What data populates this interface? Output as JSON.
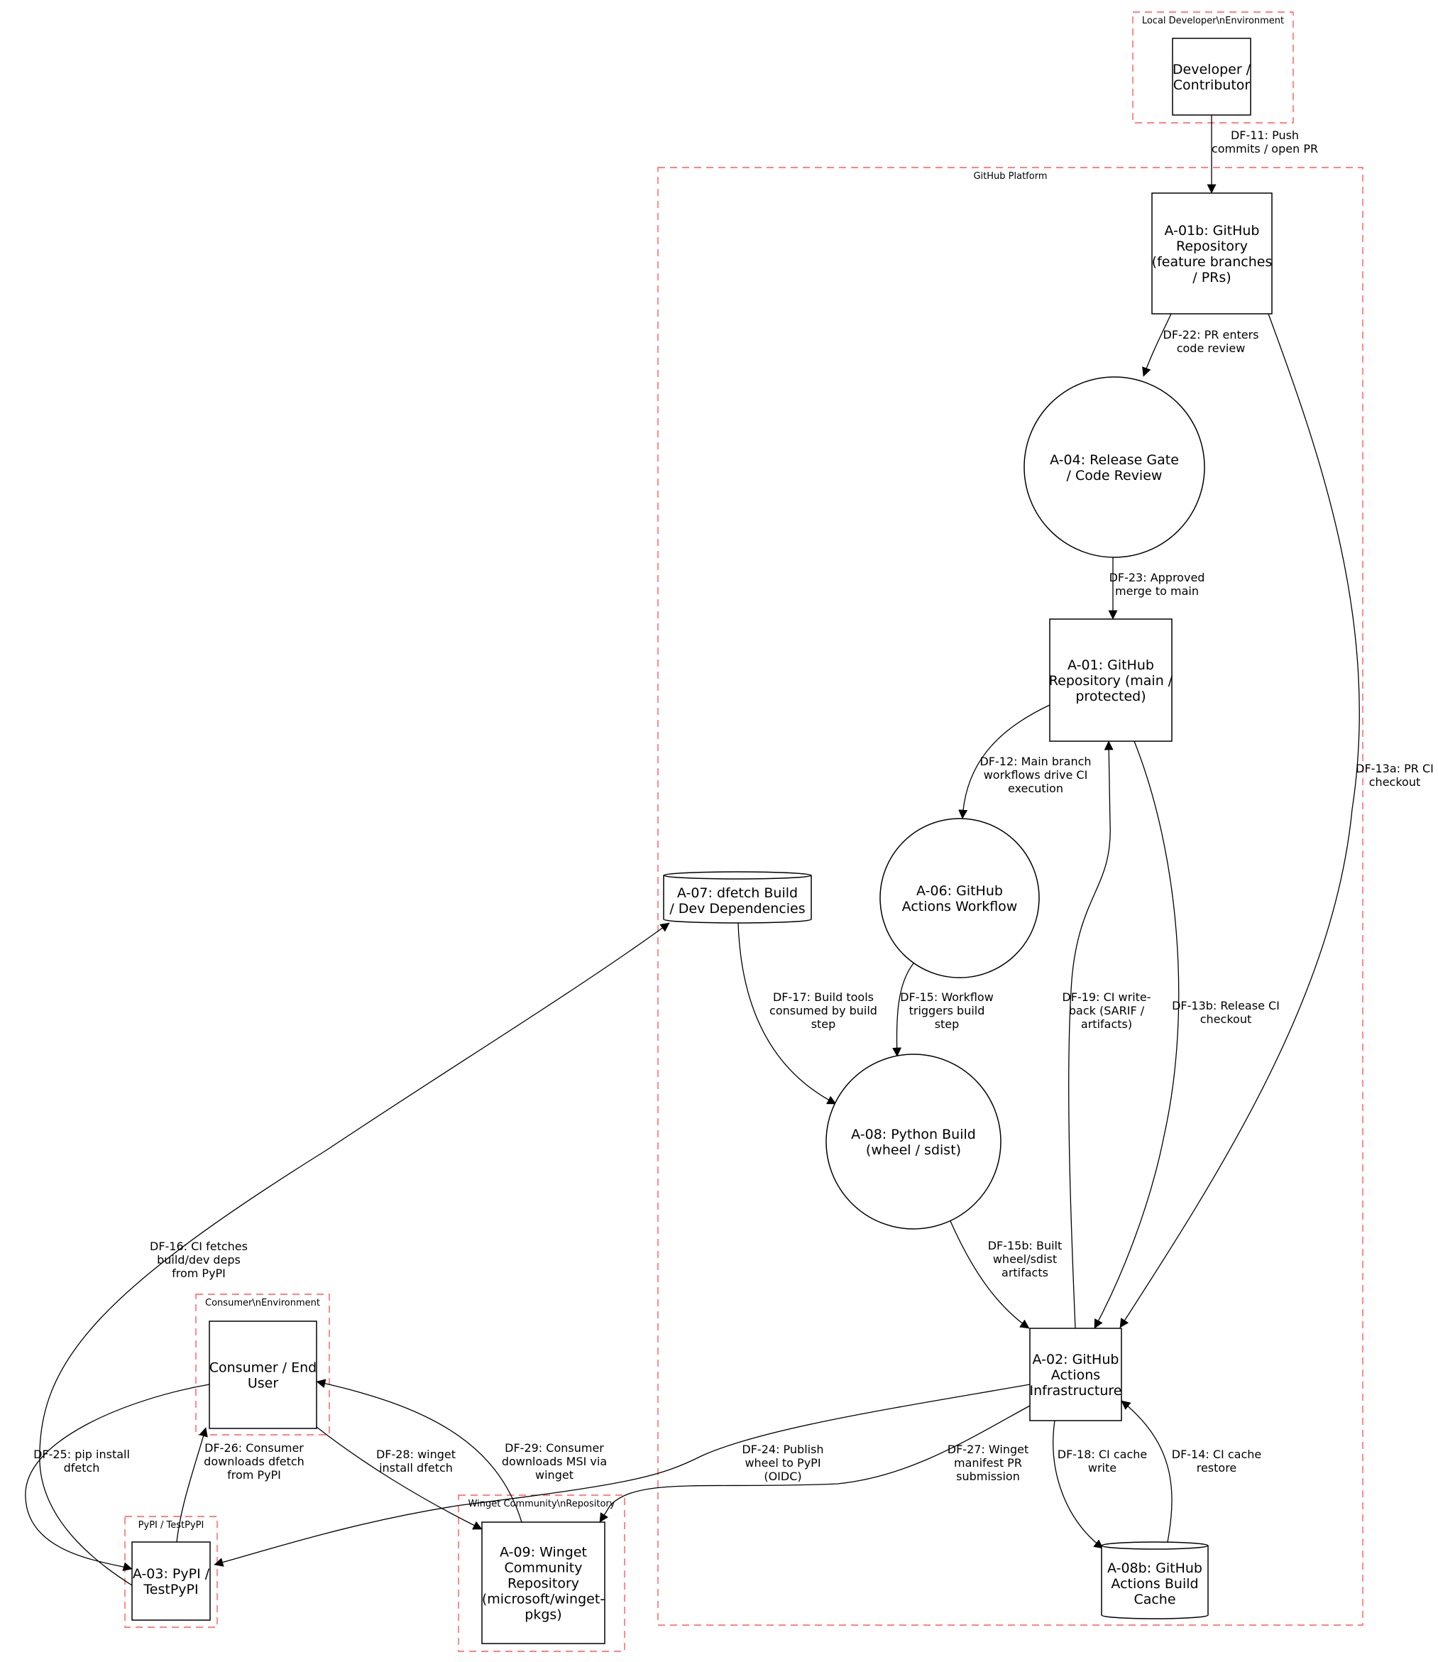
{
  "boundaries": [
    {
      "id": "local",
      "label": "Local Developer\\nEnvironment"
    },
    {
      "id": "github",
      "label": "GitHub Platform"
    },
    {
      "id": "consumer",
      "label": "Consumer\\nEnvironment"
    },
    {
      "id": "pypi",
      "label": "PyPI / TestPyPI"
    },
    {
      "id": "winget",
      "label": "Winget Community\\nRepository"
    }
  ],
  "nodes": [
    {
      "id": "dev",
      "shape": "rect",
      "lines": [
        "Developer /",
        "Contributor"
      ]
    },
    {
      "id": "a01b",
      "shape": "rect",
      "lines": [
        "A-01b: GitHub",
        "Repository",
        "(feature branches",
        "/ PRs)"
      ]
    },
    {
      "id": "a04",
      "shape": "circle",
      "lines": [
        "A-04: Release Gate",
        "/ Code Review"
      ]
    },
    {
      "id": "a01",
      "shape": "rect",
      "lines": [
        "A-01: GitHub",
        "Repository (main /",
        "protected)"
      ]
    },
    {
      "id": "a06",
      "shape": "circle",
      "lines": [
        "A-06: GitHub",
        "Actions Workflow"
      ]
    },
    {
      "id": "a07",
      "shape": "cylinder",
      "lines": [
        "A-07: dfetch Build",
        "/ Dev Dependencies"
      ]
    },
    {
      "id": "a08",
      "shape": "circle",
      "lines": [
        "A-08: Python Build",
        "(wheel / sdist)"
      ]
    },
    {
      "id": "a02",
      "shape": "rect",
      "lines": [
        "A-02: GitHub",
        "Actions",
        "Infrastructure"
      ]
    },
    {
      "id": "a08b",
      "shape": "cylinder",
      "lines": [
        "A-08b: GitHub",
        "Actions Build",
        "Cache"
      ]
    },
    {
      "id": "consumer",
      "shape": "rect",
      "lines": [
        "Consumer / End",
        "User"
      ]
    },
    {
      "id": "a03",
      "shape": "rect",
      "lines": [
        "A-03: PyPI /",
        "TestPyPI"
      ]
    },
    {
      "id": "a09",
      "shape": "rect",
      "lines": [
        "A-09: Winget",
        "Community",
        "Repository",
        "(microsoft/winget-",
        "pkgs)"
      ]
    }
  ],
  "edges": [
    {
      "id": "df11",
      "from": "dev",
      "to": "a01b",
      "lines": [
        "DF-11: Push",
        "commits / open PR"
      ]
    },
    {
      "id": "df22",
      "from": "a01b",
      "to": "a04",
      "lines": [
        "DF-22: PR enters",
        "code review"
      ]
    },
    {
      "id": "df13a",
      "from": "a01b",
      "to": "a02",
      "lines": [
        "DF-13a: PR CI",
        "checkout"
      ]
    },
    {
      "id": "df23",
      "from": "a04",
      "to": "a01",
      "lines": [
        "DF-23: Approved",
        "merge to main"
      ]
    },
    {
      "id": "df12",
      "from": "a01",
      "to": "a06",
      "lines": [
        "DF-12: Main branch",
        "workflows drive CI",
        "execution"
      ]
    },
    {
      "id": "df13b",
      "from": "a01",
      "to": "a02",
      "lines": [
        "DF-13b: Release CI",
        "checkout"
      ]
    },
    {
      "id": "df19",
      "from": "a02",
      "to": "a01",
      "lines": [
        "DF-19: CI write-",
        "back (SARIF /",
        "artifacts)"
      ]
    },
    {
      "id": "df15",
      "from": "a06",
      "to": "a08",
      "lines": [
        "DF-15: Workflow",
        "triggers build",
        "step"
      ]
    },
    {
      "id": "df17",
      "from": "a07",
      "to": "a08",
      "lines": [
        "DF-17: Build tools",
        "consumed by build",
        "step"
      ]
    },
    {
      "id": "df15b",
      "from": "a08",
      "to": "a02",
      "lines": [
        "DF-15b: Built",
        "wheel/sdist",
        "artifacts"
      ]
    },
    {
      "id": "df16",
      "from": "a03",
      "to": "a07",
      "lines": [
        "DF-16: CI fetches",
        "build/dev deps",
        "from PyPI"
      ]
    },
    {
      "id": "df18",
      "from": "a02",
      "to": "a08b",
      "lines": [
        "DF-18: CI cache",
        "write"
      ]
    },
    {
      "id": "df14",
      "from": "a08b",
      "to": "a02",
      "lines": [
        "DF-14: CI cache",
        "restore"
      ]
    },
    {
      "id": "df24",
      "from": "a02",
      "to": "a03",
      "lines": [
        "DF-24: Publish",
        "wheel to PyPI",
        "(OIDC)"
      ]
    },
    {
      "id": "df27",
      "from": "a02",
      "to": "a09",
      "lines": [
        "DF-27: Winget",
        "manifest PR",
        "submission"
      ]
    },
    {
      "id": "df25",
      "from": "consumer",
      "to": "a03",
      "lines": [
        "DF-25: pip install",
        "dfetch"
      ]
    },
    {
      "id": "df26",
      "from": "a03",
      "to": "consumer",
      "lines": [
        "DF-26: Consumer",
        "downloads dfetch",
        "from PyPI"
      ]
    },
    {
      "id": "df28",
      "from": "consumer",
      "to": "a09",
      "lines": [
        "DF-28: winget",
        "install dfetch"
      ]
    },
    {
      "id": "df29",
      "from": "a09",
      "to": "consumer",
      "lines": [
        "DF-29: Consumer",
        "downloads MSI via",
        "winget"
      ]
    }
  ]
}
